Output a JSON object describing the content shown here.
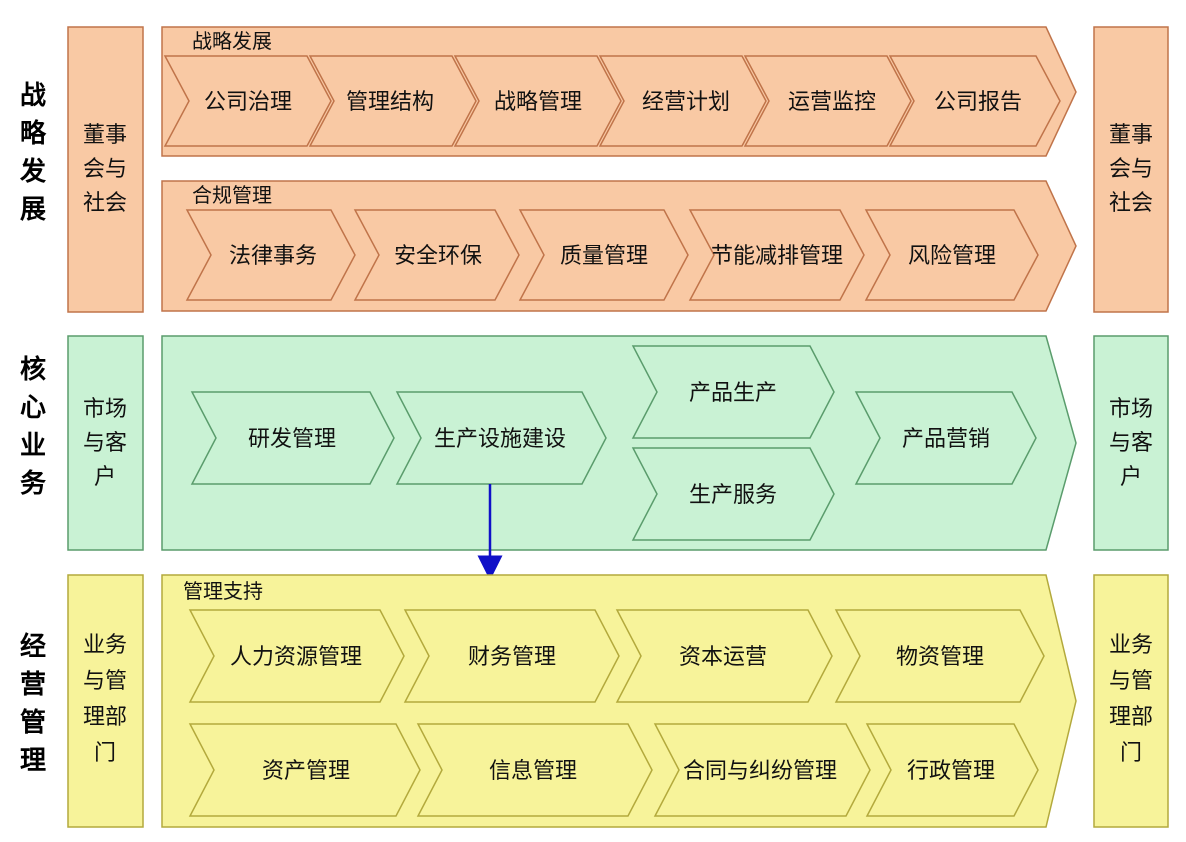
{
  "colors": {
    "orange_fill": "#F9C9A4",
    "orange_stroke": "#C0744A",
    "green_fill": "#C9F2D4",
    "green_stroke": "#5A9C6C",
    "yellow_fill": "#F7F39A",
    "yellow_stroke": "#B3A93C",
    "arrow_line": "#1010C8"
  },
  "rows": {
    "strategy": {
      "label": [
        "战",
        "略",
        "发",
        "展"
      ],
      "left_panel": [
        "董事",
        "会与",
        "社会"
      ],
      "right_panel": [
        "董事",
        "会与",
        "社会"
      ],
      "group1": {
        "title": "战略发展",
        "items": [
          "公司治理",
          "管理结构",
          "战略管理",
          "经营计划",
          "运营监控",
          "公司报告"
        ]
      },
      "group2": {
        "title": "合规管理",
        "items": [
          "法律事务",
          "安全环保",
          "质量管理",
          "节能减排管理",
          "风险管理"
        ]
      }
    },
    "core": {
      "label": [
        "核",
        "心",
        "业",
        "务"
      ],
      "left_panel": [
        "市场",
        "与客",
        "户"
      ],
      "right_panel": [
        "市场",
        "与客",
        "户"
      ],
      "items": {
        "rd": "研发管理",
        "facility": "生产设施建设",
        "production": "产品生产",
        "service": "生产服务",
        "marketing": "产品营销"
      }
    },
    "operations": {
      "label": [
        "经",
        "营",
        "管",
        "理"
      ],
      "left_panel": [
        "业务",
        "与管",
        "理部",
        "门"
      ],
      "right_panel": [
        "业务",
        "与管",
        "理部",
        "门"
      ],
      "title": "管理支持",
      "row1": [
        "人力资源管理",
        "财务管理",
        "资本运营",
        "物资管理"
      ],
      "row2": [
        "资产管理",
        "信息管理",
        "合同与纠纷管理",
        "行政管理"
      ]
    }
  }
}
